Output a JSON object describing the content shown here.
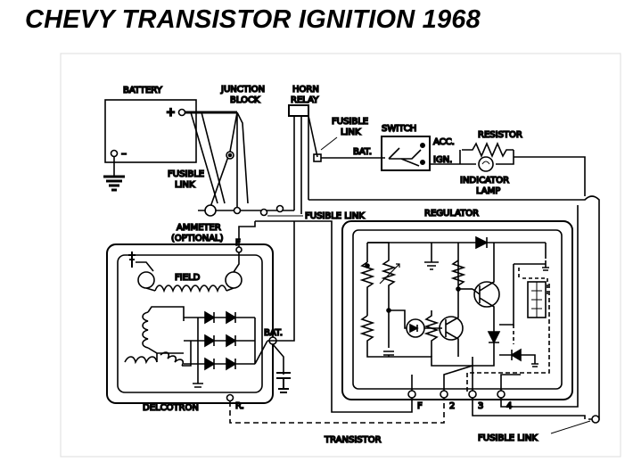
{
  "title": "CHEVY TRANSISTOR IGNITION 1968",
  "labels": {
    "battery": "BATTERY",
    "plus": "+",
    "minus": "–",
    "junction_block_1": "JUNCTION",
    "junction_block_2": "BLOCK",
    "horn_relay_1": "HORN",
    "horn_relay_2": "RELAY",
    "fusible_link_battery_1": "FUSIBLE",
    "fusible_link_battery_2": "LINK",
    "fusible_link_horn_1": "FUSIBLE",
    "fusible_link_horn_2": "LINK",
    "bat_switch": "BAT.",
    "switch": "SWITCH",
    "acc": "ACC.",
    "ign": "IGN.",
    "resistor": "RESISTOR",
    "indicator_lamp_1": "INDICATOR",
    "indicator_lamp_2": "LAMP",
    "fusible_link_main": "FUSIBLE LINK",
    "ammeter_1": "AMMETER",
    "ammeter_2": "(OPTIONAL)",
    "regulator": "REGULATOR",
    "f_terminal": "F",
    "field": "FIELD",
    "bat_alt": "BAT.",
    "delcotron": "DELCOTRON",
    "r_terminal": "R.",
    "reg_f": "F",
    "reg_2": "2",
    "reg_3": "3",
    "reg_4": "4",
    "transistor": "TRANSISTOR",
    "fusible_link_bottom": "FUSIBLE LINK"
  },
  "colors": {
    "ink": "#000000",
    "paper": "#ffffff",
    "panel_border": "#dddddd"
  }
}
